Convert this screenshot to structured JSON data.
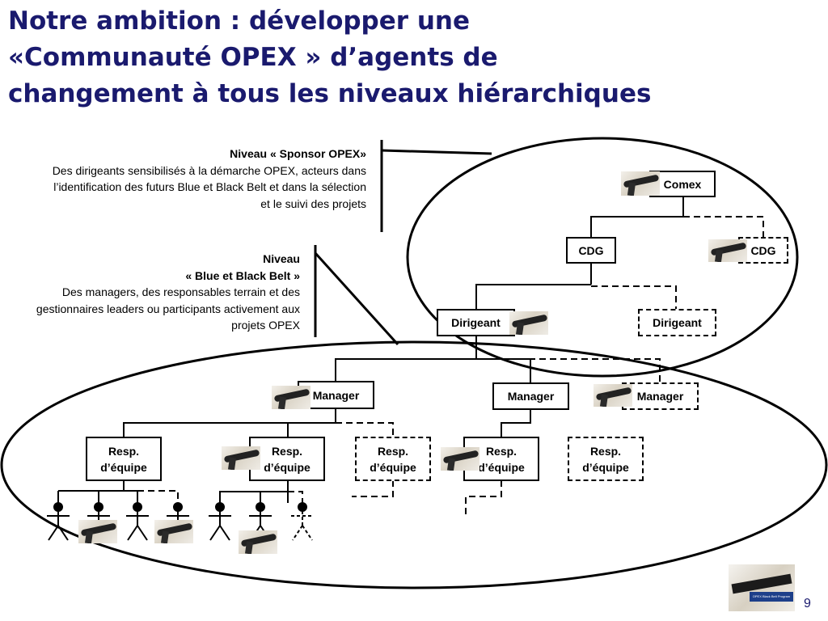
{
  "title": {
    "line1": "Notre ambition : développer une",
    "line2": "«Communauté OPEX » d’agents de",
    "line3": "changement à tous les niveaux hiérarchiques"
  },
  "sponsor": {
    "heading": "Niveau  « Sponsor OPEX»",
    "desc": "Des dirigeants sensibilisés à la démarche OPEX, acteurs dans l’identification des futurs Blue et Black Belt et dans la sélection et le suivi des projets"
  },
  "belt": {
    "heading1": "Niveau",
    "heading2": "« Blue et Black Belt »",
    "desc": "Des managers, des responsables terrain et des gestionnaires leaders ou participants activement aux projets OPEX"
  },
  "nodes": {
    "comex": "Comex",
    "cdg": "CDG",
    "dirigeant": "Dirigeant",
    "manager": "Manager",
    "resp_line1": "Resp.",
    "resp_line2": "d’équipe"
  },
  "logo": {
    "label": "OPEX Black Belt Program"
  },
  "page_number": "9"
}
